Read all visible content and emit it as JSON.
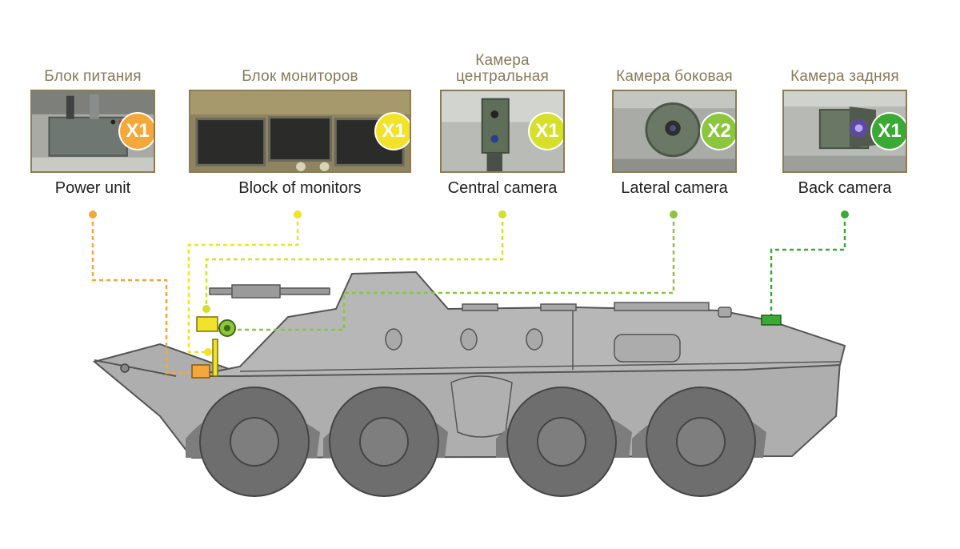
{
  "colors": {
    "power": "#f4a83a",
    "monitors": "#f2e22a",
    "central": "#d6e02a",
    "lateral": "#8cc63f",
    "back": "#3aaa35",
    "label_gold": "#8a7a5a",
    "hull": "#b4b4b4",
    "hull_dark": "#8c8c8c",
    "wheel": "#6e6e6e"
  },
  "components": [
    {
      "id": "power",
      "ru": "Блок питания",
      "en": "Power unit",
      "count": "X1",
      "icon": "power-unit-photo"
    },
    {
      "id": "monitors",
      "ru": "Блок мониторов",
      "en": "Block of monitors",
      "count": "X1",
      "icon": "monitors-photo"
    },
    {
      "id": "central",
      "ru": "Камера центральная",
      "en": "Central camera",
      "count": "X1",
      "icon": "central-camera-photo"
    },
    {
      "id": "lateral",
      "ru": "Камера боковая",
      "en": "Lateral camera",
      "count": "X2",
      "icon": "lateral-camera-photo"
    },
    {
      "id": "back",
      "ru": "Камера задняя",
      "en": "Back camera",
      "count": "X1",
      "icon": "back-camera-photo"
    }
  ]
}
